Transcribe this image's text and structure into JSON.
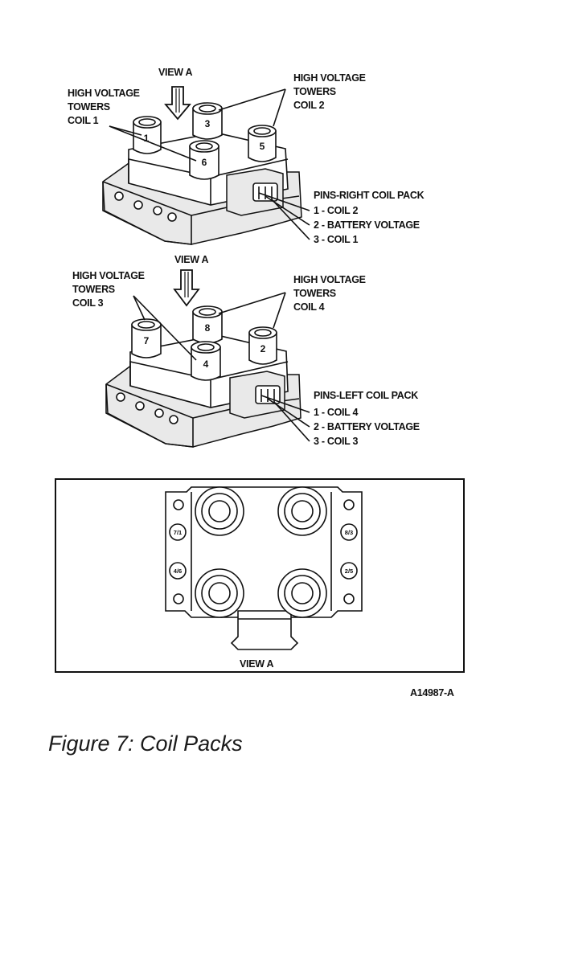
{
  "diagram": {
    "top_pack": {
      "view_label": "VIEW A",
      "left_label": [
        "HIGH VOLTAGE",
        "TOWERS",
        "COIL 1"
      ],
      "right_label": [
        "HIGH VOLTAGE",
        "TOWERS",
        "COIL 2"
      ],
      "pins_title": "PINS-RIGHT COIL PACK",
      "pins": [
        "1 - COIL 2",
        "2 - BATTERY VOLTAGE",
        "3 - COIL 1"
      ],
      "towers": {
        "front_left": "1",
        "back": "3",
        "right": "5",
        "front": "6"
      }
    },
    "bottom_pack": {
      "view_label": "VIEW A",
      "left_label": [
        "HIGH VOLTAGE",
        "TOWERS",
        "COIL 3"
      ],
      "right_label": [
        "HIGH VOLTAGE",
        "TOWERS",
        "COIL 4"
      ],
      "pins_title": "PINS-LEFT COIL PACK",
      "pins": [
        "1 - COIL 4",
        "2 - BATTERY VOLTAGE",
        "3 - COIL 3"
      ],
      "towers": {
        "front_left": "7",
        "back": "8",
        "right": "2",
        "front": "4"
      }
    },
    "top_view": {
      "view_label": "VIEW A",
      "left_marks": [
        "7/1",
        "4/6"
      ],
      "right_marks": [
        "8/3",
        "2/5"
      ]
    },
    "figure_code": "A14987-A"
  },
  "caption": "Figure 7: Coil Packs"
}
